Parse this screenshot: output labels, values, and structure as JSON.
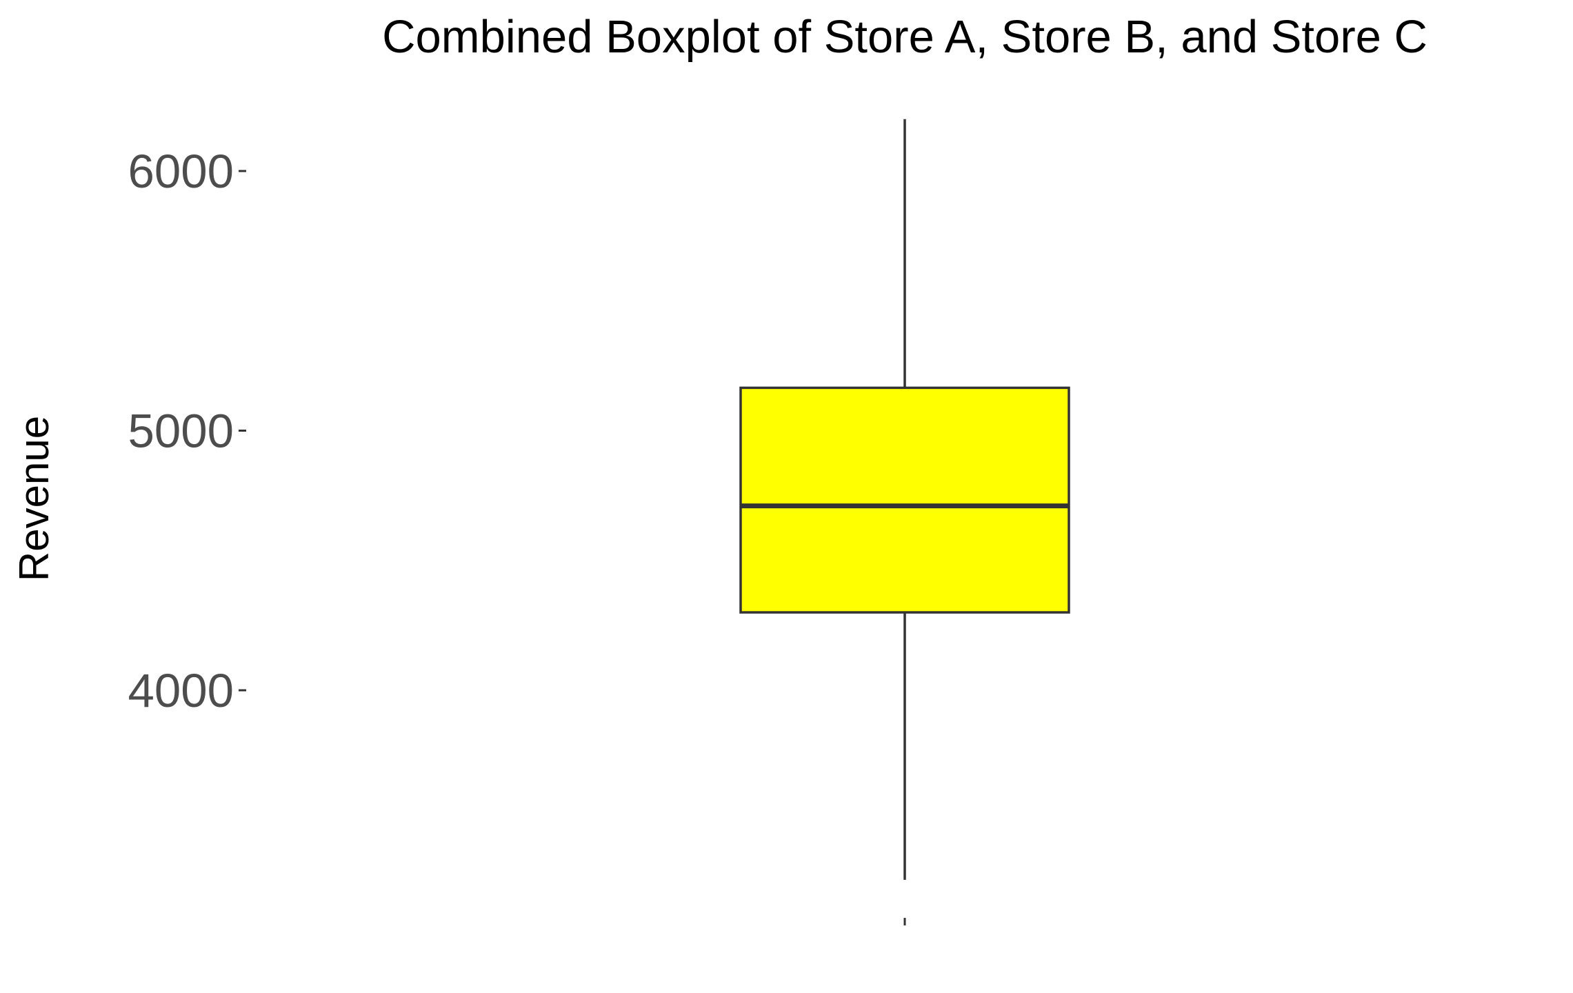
{
  "chart_data": {
    "type": "boxplot",
    "title": "Combined Boxplot of Store A, Store B, and Store C",
    "xlabel": "",
    "ylabel": "Revenue",
    "ylim": [
      3000,
      6200
    ],
    "yticks": [
      4000,
      5000,
      6000
    ],
    "ytick_labels": [
      "4000",
      "5000",
      "6000"
    ],
    "grid": false,
    "legend": "none",
    "boxes": [
      {
        "whisker_low": 3270,
        "q1": 4300,
        "median": 4710,
        "q3": 5165,
        "whisker_high": 6200,
        "fill": "#ffff00"
      }
    ]
  }
}
